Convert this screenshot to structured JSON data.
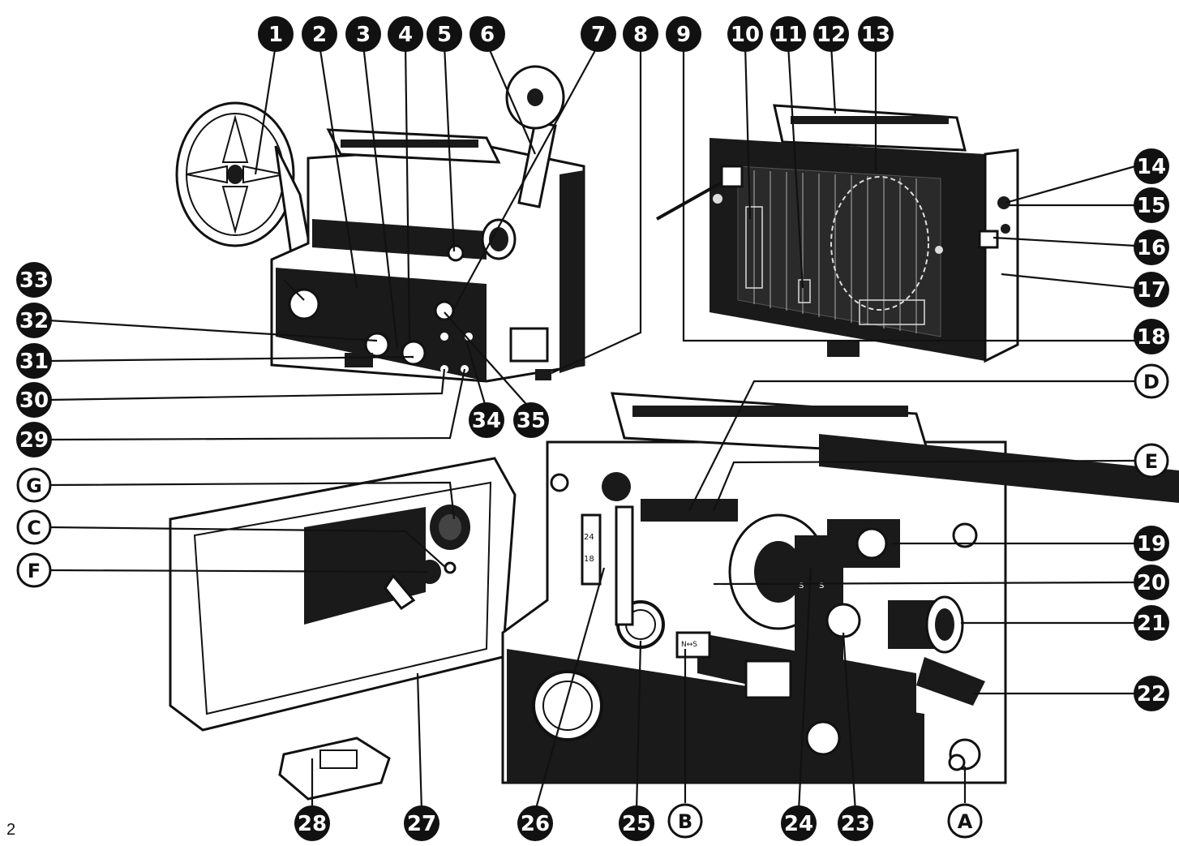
{
  "page_number": "2",
  "colors": {
    "ink": "#111111",
    "paper": "#ffffff",
    "dark_panel": "#1a1a1a"
  },
  "callouts": [
    {
      "id": "1",
      "style": "filled"
    },
    {
      "id": "2",
      "style": "filled"
    },
    {
      "id": "3",
      "style": "filled"
    },
    {
      "id": "4",
      "style": "filled"
    },
    {
      "id": "5",
      "style": "filled"
    },
    {
      "id": "6",
      "style": "filled"
    },
    {
      "id": "7",
      "style": "filled"
    },
    {
      "id": "8",
      "style": "filled"
    },
    {
      "id": "9",
      "style": "filled"
    },
    {
      "id": "10",
      "style": "filled"
    },
    {
      "id": "11",
      "style": "filled"
    },
    {
      "id": "12",
      "style": "filled"
    },
    {
      "id": "13",
      "style": "filled"
    },
    {
      "id": "14",
      "style": "filled"
    },
    {
      "id": "15",
      "style": "filled"
    },
    {
      "id": "16",
      "style": "filled"
    },
    {
      "id": "17",
      "style": "filled"
    },
    {
      "id": "18",
      "style": "filled"
    },
    {
      "id": "D",
      "style": "outline"
    },
    {
      "id": "E",
      "style": "outline"
    },
    {
      "id": "19",
      "style": "filled"
    },
    {
      "id": "20",
      "style": "filled"
    },
    {
      "id": "21",
      "style": "filled"
    },
    {
      "id": "22",
      "style": "filled"
    },
    {
      "id": "33",
      "style": "filled"
    },
    {
      "id": "32",
      "style": "filled"
    },
    {
      "id": "31",
      "style": "filled"
    },
    {
      "id": "30",
      "style": "filled"
    },
    {
      "id": "29",
      "style": "filled"
    },
    {
      "id": "34",
      "style": "filled"
    },
    {
      "id": "35",
      "style": "filled"
    },
    {
      "id": "G",
      "style": "outline"
    },
    {
      "id": "C",
      "style": "outline"
    },
    {
      "id": "F",
      "style": "outline"
    },
    {
      "id": "28",
      "style": "filled"
    },
    {
      "id": "27",
      "style": "filled"
    },
    {
      "id": "26",
      "style": "filled"
    },
    {
      "id": "25",
      "style": "filled"
    },
    {
      "id": "B",
      "style": "outline"
    },
    {
      "id": "24",
      "style": "filled"
    },
    {
      "id": "23",
      "style": "filled"
    },
    {
      "id": "A",
      "style": "outline"
    }
  ],
  "device_markings": [
    "24",
    "18",
    "N↔S",
    "S",
    "S"
  ]
}
